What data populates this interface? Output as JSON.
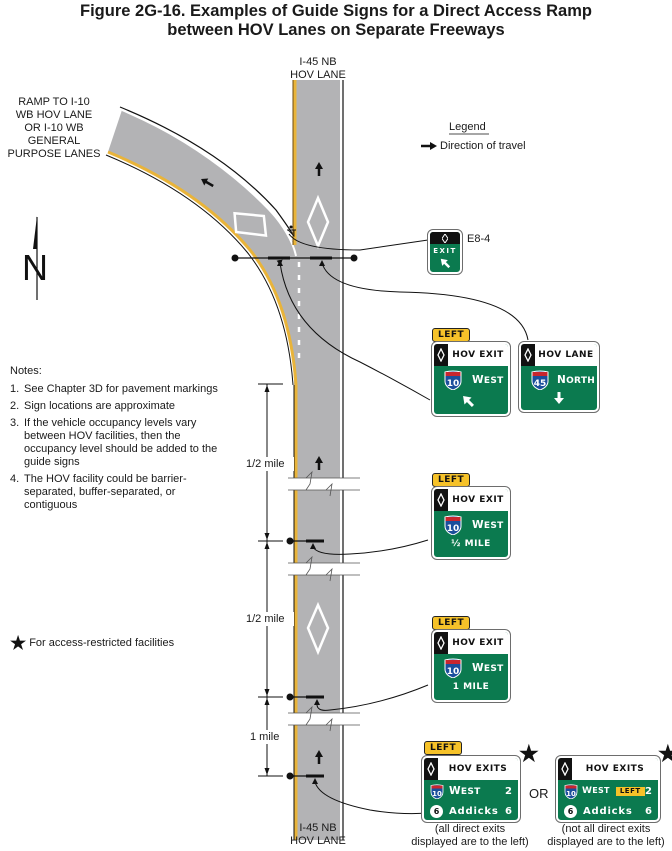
{
  "figure": {
    "title_line1": "Figure 2G-16.  Examples of Guide Signs for a Direct Access Ramp",
    "title_line2": "between HOV Lanes on Separate Freeways"
  },
  "labels": {
    "top_road_line1": "I-45 NB",
    "top_road_line2": "HOV LANE",
    "bottom_road_line1": "I-45 NB",
    "bottom_road_line2": "HOV LANE",
    "ramp_lines": [
      "RAMP TO I-10",
      "WB HOV LANE",
      "OR I-10 WB",
      "GENERAL",
      "PURPOSE LANES"
    ],
    "north": "N"
  },
  "legend": {
    "title": "Legend",
    "item": "Direction of travel"
  },
  "notes": {
    "heading": "Notes:",
    "items": [
      {
        "num": "1.",
        "text": "See Chapter 3D for pavement markings"
      },
      {
        "num": "2.",
        "text": "Sign locations are approximate"
      },
      {
        "num": "3.",
        "text": "If the vehicle occupancy levels vary between HOV facilities, then the occupancy level should be added to the guide signs"
      },
      {
        "num": "4.",
        "text": "The HOV facility could be barrier-separated, buffer-separated, or contiguous"
      }
    ],
    "footnote": "For access-restricted facilities",
    "footnote_symbol": "★"
  },
  "distances": {
    "d1": "1/2 mile",
    "d2": "1/2 mile",
    "d3": "1 mile"
  },
  "colors": {
    "sign_green": "#0b7a4f",
    "plaque_yellow": "#f6c229",
    "pavement_gray": "#b3b3b5",
    "edge_yellow": "#e9b43a",
    "interstate_blue": "#1b4f9c",
    "interstate_red": "#c8262e"
  },
  "signs": {
    "e8_4": {
      "code": "E8-4",
      "text": "EXIT",
      "symbol": "diamond",
      "arrow": "up-left"
    },
    "gore_left": {
      "plaque": "LEFT",
      "header": "HOV EXIT",
      "route": "10",
      "direction_first": "W",
      "direction_rest": "EST",
      "arrow": "up-left"
    },
    "gore_right": {
      "header": "HOV LANE",
      "route": "45",
      "direction_first": "N",
      "direction_rest": "ORTH",
      "arrow": "down"
    },
    "half_mile": {
      "plaque": "LEFT",
      "header": "HOV EXIT",
      "route": "10",
      "direction_first": "W",
      "direction_rest": "EST",
      "distance": "½ MILE"
    },
    "one_mile": {
      "plaque": "LEFT",
      "header": "HOV EXIT",
      "route": "10",
      "direction_first": "W",
      "direction_rest": "EST",
      "distance": "1 MILE"
    },
    "exits_a": {
      "plaque": "LEFT",
      "header": "HOV EXITS",
      "rows": [
        {
          "route": "10",
          "dest_first": "W",
          "dest_rest": "EST",
          "miles": "2"
        },
        {
          "route": "6",
          "dest": "Addicks",
          "miles": "6"
        }
      ],
      "caption_line1": "(all direct exits",
      "caption_line2": "displayed are to the left)"
    },
    "or_label": "OR",
    "exits_b": {
      "header": "HOV EXITS",
      "rows": [
        {
          "route": "10",
          "dest_first": "W",
          "dest_rest": "EST",
          "inline_plaque": "LEFT",
          "miles": "2"
        },
        {
          "route": "6",
          "dest": "Addicks",
          "miles": "6"
        }
      ],
      "caption_line1": "(not all direct exits",
      "caption_line2": "displayed are to the left)"
    }
  }
}
